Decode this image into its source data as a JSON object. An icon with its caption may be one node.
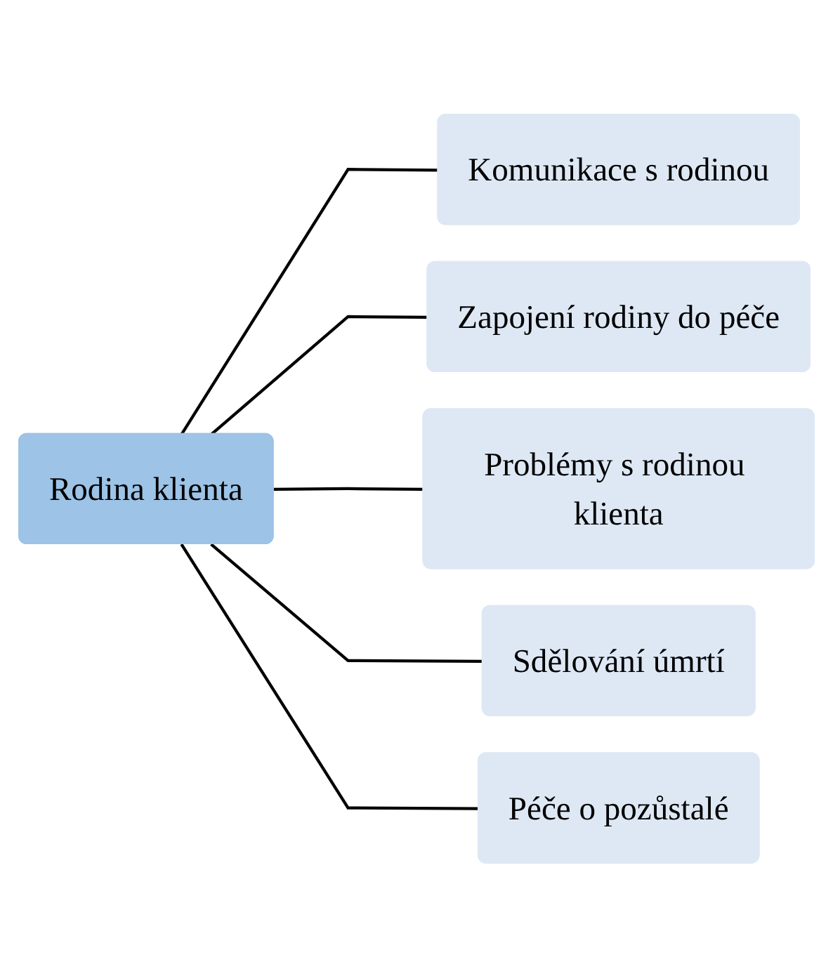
{
  "diagram": {
    "nodes": [
      {
        "text": [
          "Rodina klienta"
        ]
      },
      {
        "text": [
          "Komunikace s rodinou"
        ]
      },
      {
        "text": [
          "Zapojení rodiny do péče"
        ]
      },
      {
        "text": [
          "Problémy s rodinou klienta"
        ]
      },
      {
        "text": [
          "Sdělování úmrtí"
        ]
      },
      {
        "text": [
          "Péče o pozůstalé"
        ]
      }
    ],
    "edges": [
      {
        "from": 0,
        "to": 1,
        "arrow": "none"
      },
      {
        "from": 0,
        "to": 2,
        "arrow": "none"
      },
      {
        "from": 0,
        "to": 3,
        "arrow": "none"
      },
      {
        "from": 0,
        "to": 4,
        "arrow": "none"
      },
      {
        "from": 0,
        "to": 5,
        "arrow": "none"
      }
    ]
  }
}
